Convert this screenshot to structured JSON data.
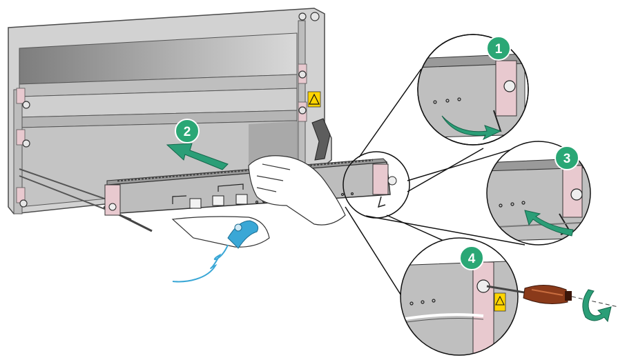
{
  "steps": [
    {
      "number": "1"
    },
    {
      "number": "2"
    },
    {
      "number": "3"
    },
    {
      "number": "4"
    }
  ],
  "colors": {
    "chassis": "#c9c9c9",
    "chassis_dark": "#8e8e8e",
    "card": "#bdbdbd",
    "ejector_pink": "#e8c9cf",
    "step_badge": "#2aa775",
    "step_arrow": "#2b9e77",
    "wrist_strap": "#3aa7d6",
    "warning_label": "#ffd400",
    "screwdriver_handle": "#8a3a1a"
  },
  "icons": [
    "esd-warning-icon",
    "wrist-strap-icon",
    "screwdriver-icon",
    "rotate-clockwise-icon",
    "insert-direction-arrow-icon"
  ]
}
